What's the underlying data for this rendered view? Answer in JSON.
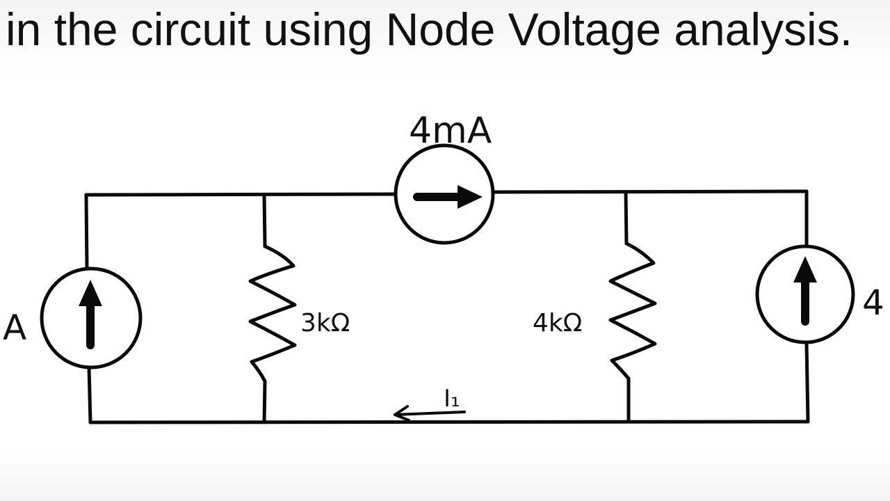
{
  "caption": "in the circuit using Node Voltage analysis.",
  "components": {
    "top_source_label": "4mA",
    "left_source_label": "A",
    "right_source_label": "4",
    "resistor_left_label": "3kΩ",
    "resistor_right_label": "4kΩ",
    "current_label": "I₁"
  },
  "colors": {
    "ink": "#0a0a0a",
    "background": "#ffffff"
  }
}
